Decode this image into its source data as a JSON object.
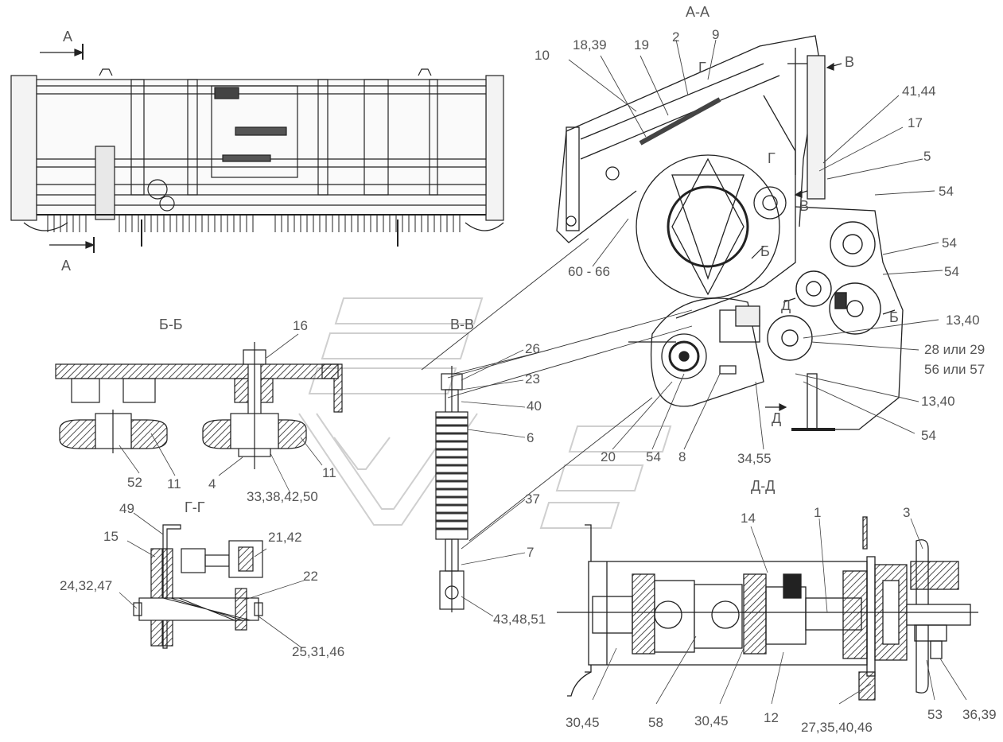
{
  "sections": {
    "aa": "А-А",
    "bb": "Б-Б",
    "vv": "В-В",
    "gg": "Г-Г",
    "dd": "Д-Д"
  },
  "cut_marks": {
    "a_top": "А",
    "a_bottom": "А",
    "v1": "В",
    "v2": "В",
    "g": "Г",
    "g2": "Г",
    "b1": "Б",
    "b2": "Б",
    "d1": "Д",
    "d2": "Д"
  },
  "labels": {
    "l10": "10",
    "l1839": "18,39",
    "l19": "19",
    "l2": "2",
    "l9": "9",
    "l4144": "41,44",
    "l17": "17",
    "l5": "5",
    "l54a": "54",
    "l54b": "54",
    "l54c": "54",
    "l6066": "60 - 66",
    "l1340a": "13,40",
    "l2829": "28 или 29",
    "l5657": "56 или 57",
    "l1340b": "13,40",
    "l54d": "54",
    "l3455": "34,55",
    "l8": "8",
    "l54e": "54",
    "l20": "20",
    "l16": "16",
    "l26": "26",
    "l23": "23",
    "l40": "40",
    "l6": "6",
    "l52": "52",
    "l11a": "11",
    "l4": "4",
    "l11b": "11",
    "l33": "33,38,42,50",
    "l37": "37",
    "l7": "7",
    "l434851": "43,48,51",
    "l49": "49",
    "l15": "15",
    "l2142": "21,42",
    "l22": "22",
    "l243247": "24,32,47",
    "l253146": "25,31,46",
    "l14": "14",
    "l1": "1",
    "l3": "3",
    "l3045a": "30,45",
    "l58": "58",
    "l3045b": "30,45",
    "l12": "12",
    "l27": "27,35,40,46",
    "l53": "53",
    "l3639": "36,39"
  }
}
